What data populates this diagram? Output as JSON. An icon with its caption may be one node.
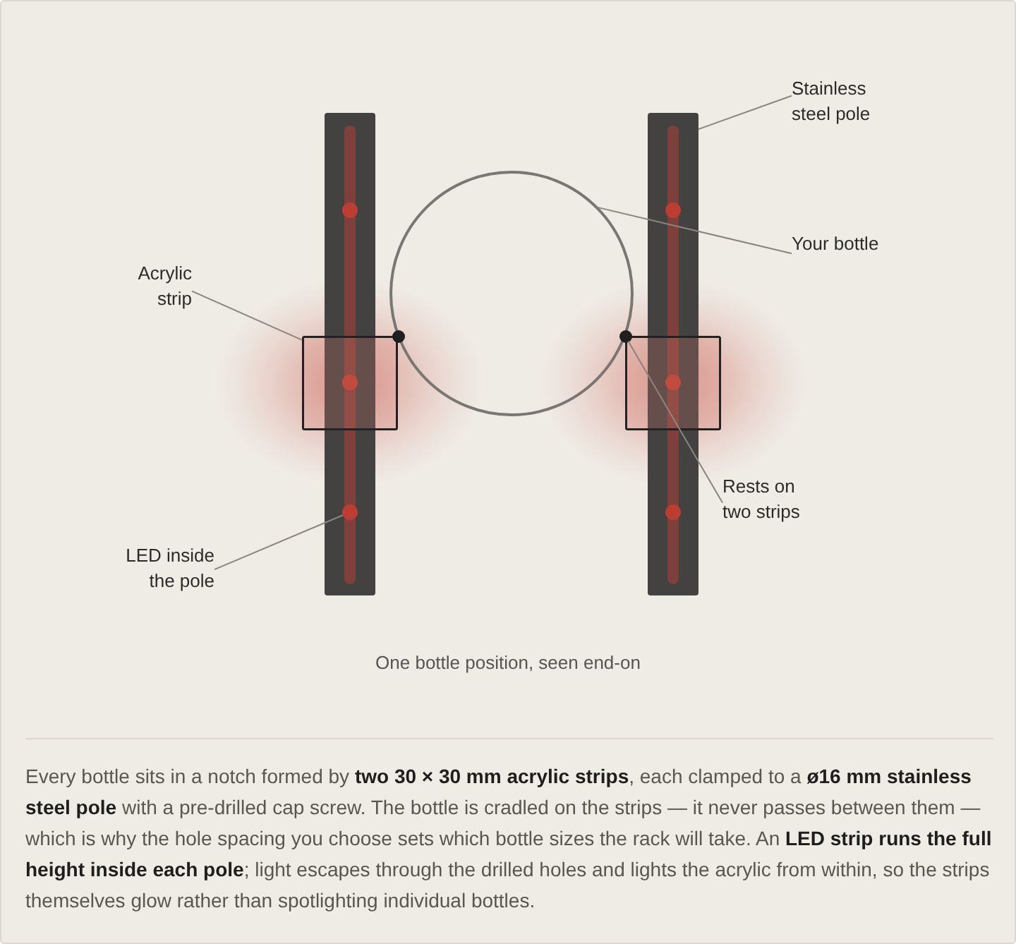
{
  "diagram": {
    "caption": "One bottle position, seen end-on",
    "nodes": [
      {
        "text": [
          "Stainless steel pole"
        ]
      },
      {
        "text": [],
        "shape": "bar"
      },
      {
        "text": [],
        "shape": "bar"
      },
      {
        "text": [],
        "shape": "circle"
      },
      {
        "text": [
          "Your bottle"
        ]
      },
      {
        "text": [
          "Acrylic strip"
        ]
      },
      {
        "text": [],
        "shape": "box"
      },
      {
        "text": [],
        "shape": "circle"
      },
      {
        "text": [],
        "shape": "circle"
      },
      {
        "text": [],
        "shape": "box"
      },
      {
        "text": [
          "Rests on two strips"
        ]
      },
      {
        "text": [],
        "shape": "circle",
        "in": 1
      },
      {
        "text": [
          "LED inside the pole"
        ]
      }
    ],
    "edges": [
      {
        "from": 0,
        "to": 2,
        "arrow": "none"
      },
      {
        "from": 4,
        "to": 3,
        "arrow": "none"
      },
      {
        "from": 5,
        "to": 6,
        "arrow": "none"
      },
      {
        "from": 10,
        "to": 8,
        "arrow": "none"
      },
      {
        "from": 12,
        "to": 11,
        "arrow": "none"
      }
    ],
    "labels": [
      "Every bottle sits in a notch formed by **two 30 × 30 mm acrylic strips**, each clamped to a **ø16 mm stainless steel pole** with a pre-drilled cap screw. The bottle is cradled on the strips — it never passes between them — which is why the hole spacing you choose sets which bottle sizes the rack will take. An **LED strip runs the full height inside each pole**; light escapes through the drilled holes and lights the acrylic from within, so the strips themselves glow rather than spotlighting individual bottles."
    ]
  }
}
